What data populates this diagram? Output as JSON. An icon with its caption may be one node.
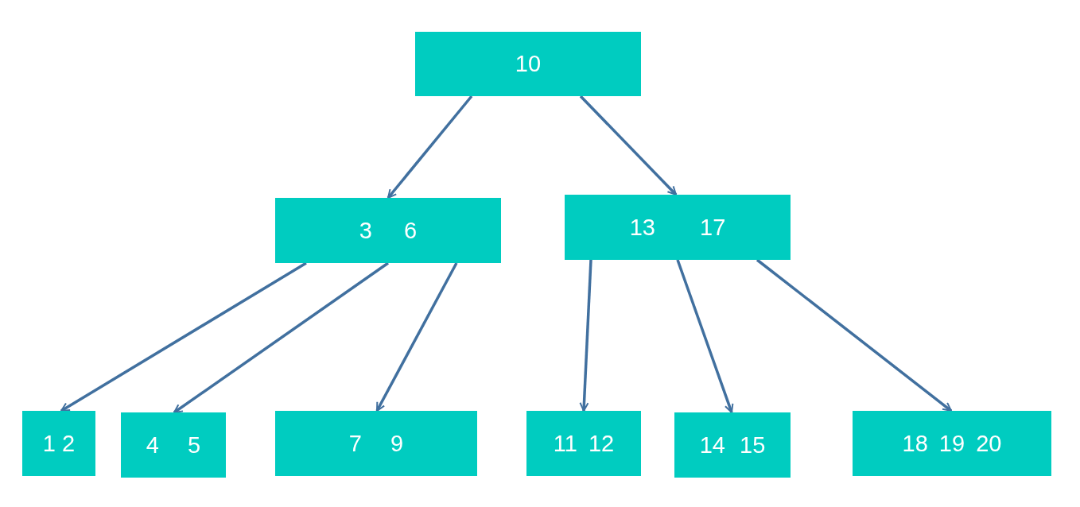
{
  "diagram": {
    "nodes": [
      {
        "text": [
          "10"
        ]
      },
      {
        "text": [
          "3",
          "6"
        ]
      },
      {
        "text": [
          "13",
          "17"
        ]
      },
      {
        "text": [
          "1",
          "2"
        ]
      },
      {
        "text": [
          "4",
          "5"
        ]
      },
      {
        "text": [
          "7",
          "9"
        ]
      },
      {
        "text": [
          "11",
          "12"
        ]
      },
      {
        "text": [
          "14",
          "15"
        ]
      },
      {
        "text": [
          "18",
          "19",
          "20"
        ]
      }
    ],
    "edges": [
      {
        "from": 0,
        "to": 1,
        "arrow": "to"
      },
      {
        "from": 0,
        "to": 2,
        "arrow": "to"
      },
      {
        "from": 1,
        "to": 3,
        "arrow": "to"
      },
      {
        "from": 1,
        "to": 4,
        "arrow": "to"
      },
      {
        "from": 1,
        "to": 5,
        "arrow": "to"
      },
      {
        "from": 2,
        "to": 6,
        "arrow": "to"
      },
      {
        "from": 2,
        "to": 7,
        "arrow": "to"
      },
      {
        "from": 2,
        "to": 8,
        "arrow": "to"
      }
    ]
  }
}
